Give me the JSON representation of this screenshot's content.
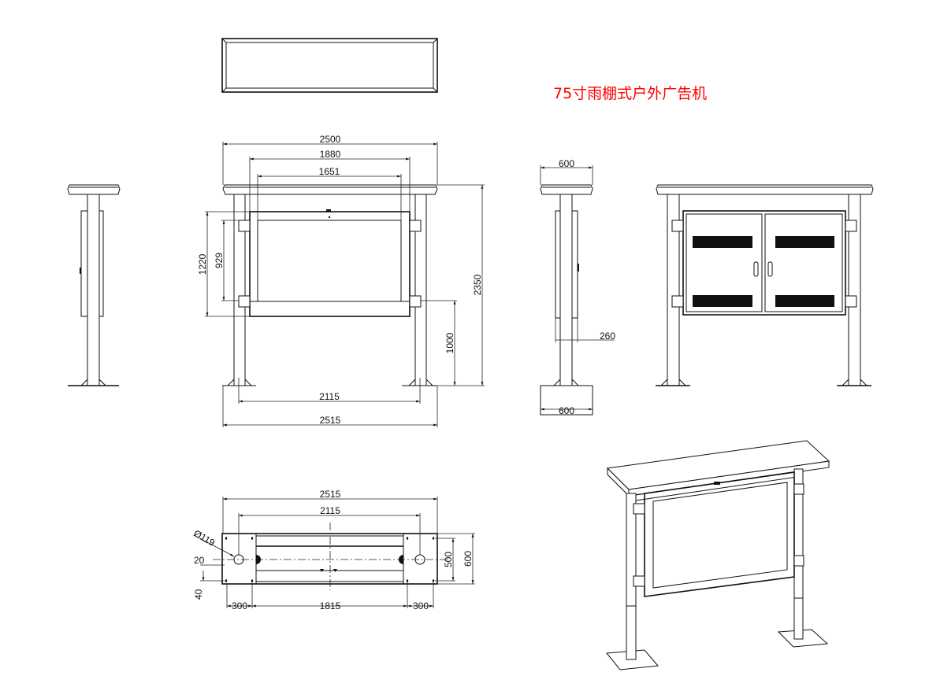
{
  "title": "75寸雨棚式户外广告机",
  "front_view": {
    "canopy_width": "2500",
    "frame_width": "1880",
    "screen_width": "1651",
    "frame_height": "1220",
    "screen_height": "929",
    "ground_to_frame": "1000",
    "total_height": "2350",
    "post_spacing": "2115",
    "base_width": "2515"
  },
  "side_view": {
    "canopy_depth": "600",
    "cabinet_depth": "260",
    "base_depth": "600"
  },
  "plan_view": {
    "overall_width": "2515",
    "post_spacing": "2115",
    "post_diameter": "Ø119",
    "offset_20": "20",
    "offset_40": "40",
    "plate_left": "300",
    "middle": "1815",
    "plate_right": "300",
    "hole_spacing": "500",
    "plate_depth": "600"
  }
}
